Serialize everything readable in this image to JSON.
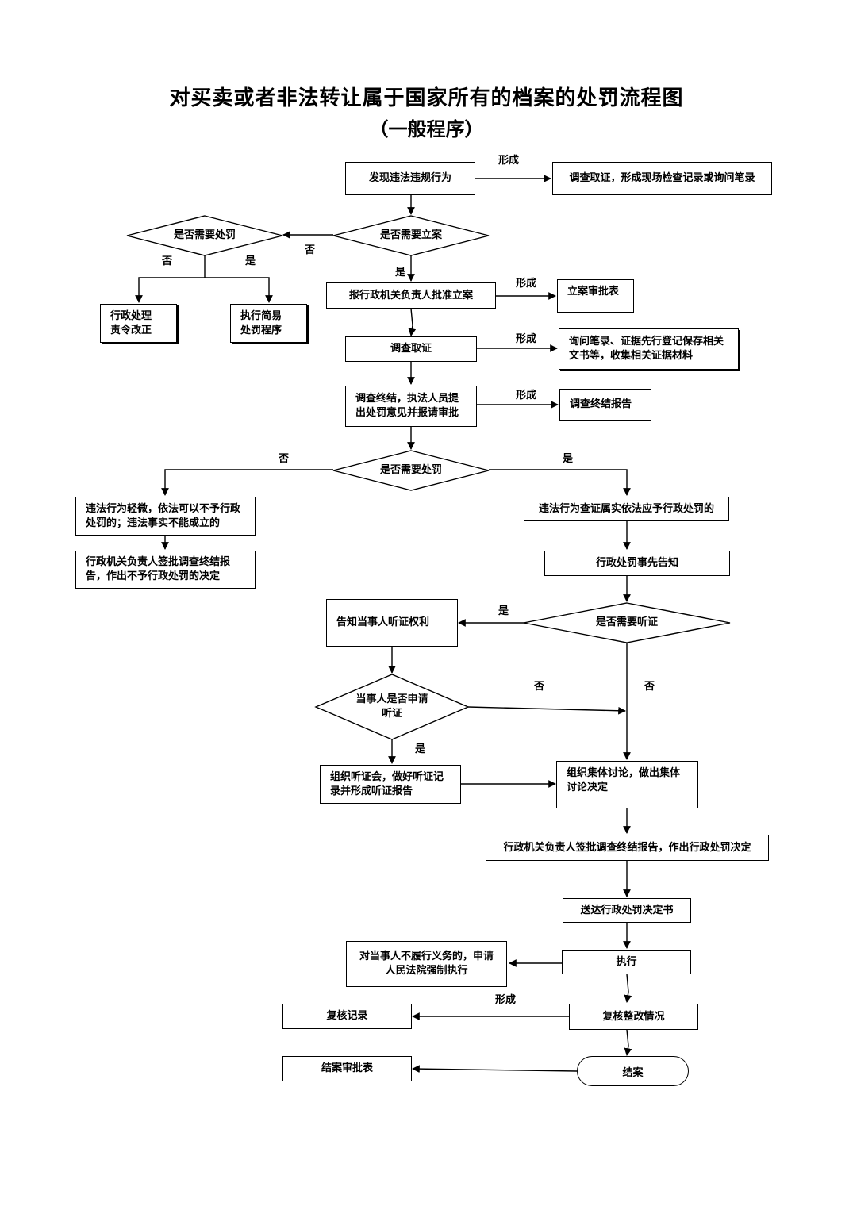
{
  "title": "对买卖或者非法转让属于国家所有的档案的处罚流程图",
  "subtitle": "（一般程序）",
  "nodes": {
    "discover": "发现违法违规行为",
    "investigate_evidence": "调查取证，形成现场检查记录或询问笔录",
    "need_case": "是否需要立案",
    "need_punish_1": "是否需要处罚",
    "admin_correct": "行政处理\n责令改正",
    "simple_procedure": "执行简易\n处罚程序",
    "report_approve": "报行政机关负责人批准立案",
    "case_form": "立案审批表",
    "investigate": "调查取证",
    "inquiry_docs": "询问笔录、证据先行登记保存相关文书等，收集相关证据材料",
    "investigation_end": "调查终结，执法人员提出处罚意见并报请审批",
    "end_report": "调查终结报告",
    "need_punish_2": "是否需要处罚",
    "minor_violation": "违法行为轻微，依法可以不予行政处罚的；违法事实不能成立的",
    "no_punish_decision": "行政机关负责人签批调查终结报告，作出不予行政处罚的决定",
    "verified_violation": "违法行为查证属实依法应予行政处罚的",
    "prior_notice": "行政处罚事先告知",
    "need_hearing": "是否需要听证",
    "notify_hearing_right": "告知当事人听证权利",
    "party_apply_hearing": "当事人是否申请听证",
    "organize_hearing": "组织听证会，做好听证记录并形成听证报告",
    "collective_discussion": "组织集体讨论，做出集体讨论决定",
    "punish_decision": "行政机关负责人签批调查终结报告，作出行政处罚决定",
    "deliver_decision": "送达行政处罚决定书",
    "enforce": "执行",
    "court_enforce": "对当事人不履行义务的，申请人民法院强制执行",
    "review": "复核整改情况",
    "review_record": "复核记录",
    "close_case": "结案",
    "close_form": "结案审批表"
  },
  "labels": {
    "form": "形成",
    "yes": "是",
    "no": "否"
  }
}
